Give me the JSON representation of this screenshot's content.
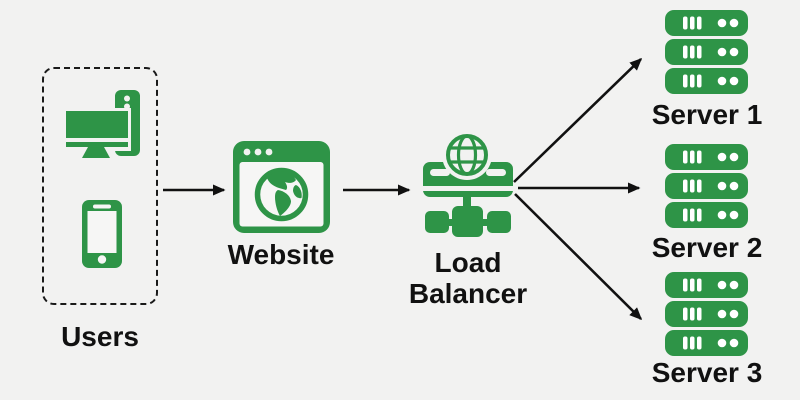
{
  "colors": {
    "accent_green": "#2E9447",
    "background": "#F2F2F1",
    "text": "#111111",
    "arrow": "#111111"
  },
  "nodes": {
    "users": {
      "label": "Users",
      "icons": [
        "desktop-computer-icon",
        "smartphone-icon"
      ]
    },
    "website": {
      "label": "Website",
      "icon": "browser-globe-icon"
    },
    "load_balancer": {
      "label": "Load Balancer",
      "icon": "load-balancer-icon"
    },
    "servers": [
      {
        "label": "Server 1",
        "icon": "server-rack-icon"
      },
      {
        "label": "Server 2",
        "icon": "server-rack-icon"
      },
      {
        "label": "Server 3",
        "icon": "server-rack-icon"
      }
    ]
  },
  "edges": [
    {
      "from": "users",
      "to": "website"
    },
    {
      "from": "website",
      "to": "load_balancer"
    },
    {
      "from": "load_balancer",
      "to": "server_1"
    },
    {
      "from": "load_balancer",
      "to": "server_2"
    },
    {
      "from": "load_balancer",
      "to": "server_3"
    }
  ]
}
